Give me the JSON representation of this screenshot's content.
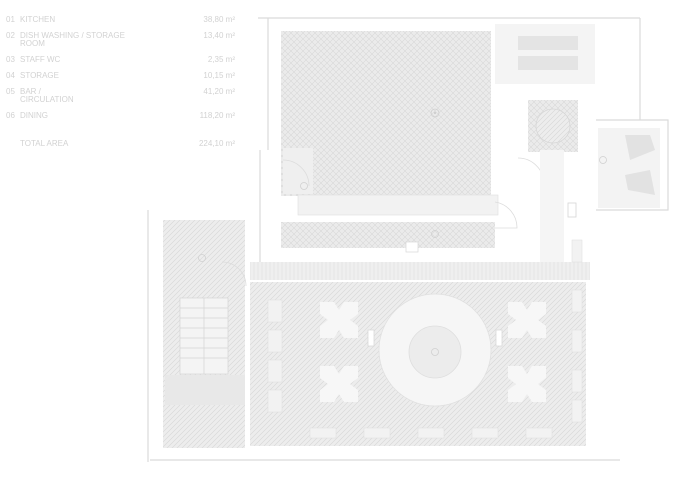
{
  "legend": {
    "rows": [
      {
        "no": "01",
        "name": "KITCHEN",
        "area": "38,80 m²"
      },
      {
        "no": "02",
        "name": "DISH WASHING / STORAGE\nROOM",
        "area": "13,40 m²"
      },
      {
        "no": "03",
        "name": "STAFF WC",
        "area": "2,35 m²"
      },
      {
        "no": "04",
        "name": "STORAGE",
        "area": "10,15 m²"
      },
      {
        "no": "05",
        "name": "BAR /\nCIRCULATION",
        "area": "41,20 m²"
      },
      {
        "no": "06",
        "name": "DINING",
        "area": "118,20 m²"
      },
      {
        "no": "",
        "name": "TOTAL AREA",
        "area": "224,10 m²"
      }
    ]
  },
  "colors": {
    "fill": "#e6e6e6",
    "hatch": "#d4d4d4",
    "line": "#d8d8d8",
    "text": "#d2d2d2"
  }
}
